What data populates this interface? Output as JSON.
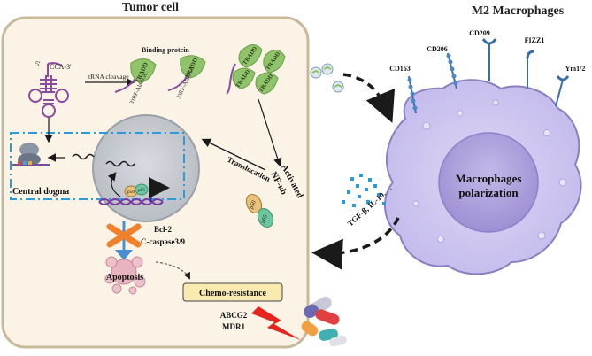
{
  "titles": {
    "tumor_cell": "Tumor cell",
    "m2_macrophages": "M2 Macrophages"
  },
  "trna": {
    "five_prime": "5'",
    "cca": "CCA-3'",
    "cleavage": "tRNA cleavage",
    "binding_protein": "Binding protein",
    "fragment": "3'tRF-AlaAGC",
    "tradd": "TRADD"
  },
  "nucleus": {
    "central_dogma": "Central dogma",
    "p50": "p50",
    "p65": "p65"
  },
  "pathway": {
    "translocation": "Translocation",
    "activated": "Activated",
    "nfkb": "NF-κb",
    "bcl2": "Bcl-2",
    "caspase": "C-caspase3/9",
    "apoptosis": "Apoptosis",
    "chemo": "Chemo-resistance",
    "abcg2": "ABCG2",
    "mdr1": "MDR1"
  },
  "macrophage": {
    "receptors": [
      "CD163",
      "CD206",
      "CD209",
      "FIZZ1",
      "Ym1/2"
    ],
    "center_line1": "Macrophages",
    "center_line2": "polarization",
    "cytokines": "TGF-β,  IL-10. . ."
  },
  "colors": {
    "cell_fill": "#fbf3e6",
    "cell_border": "#c9b89a",
    "nucleus": "#c6cad0",
    "macrophage": "#cfc8ef",
    "macrophage_core": "#a99bd8",
    "tradd_green": "#8fc46a",
    "trna_purple": "#8b4a9e",
    "dash_blue": "#2a9ad8",
    "orange": "#f0802a",
    "chemo_box": "#fbeab0"
  }
}
